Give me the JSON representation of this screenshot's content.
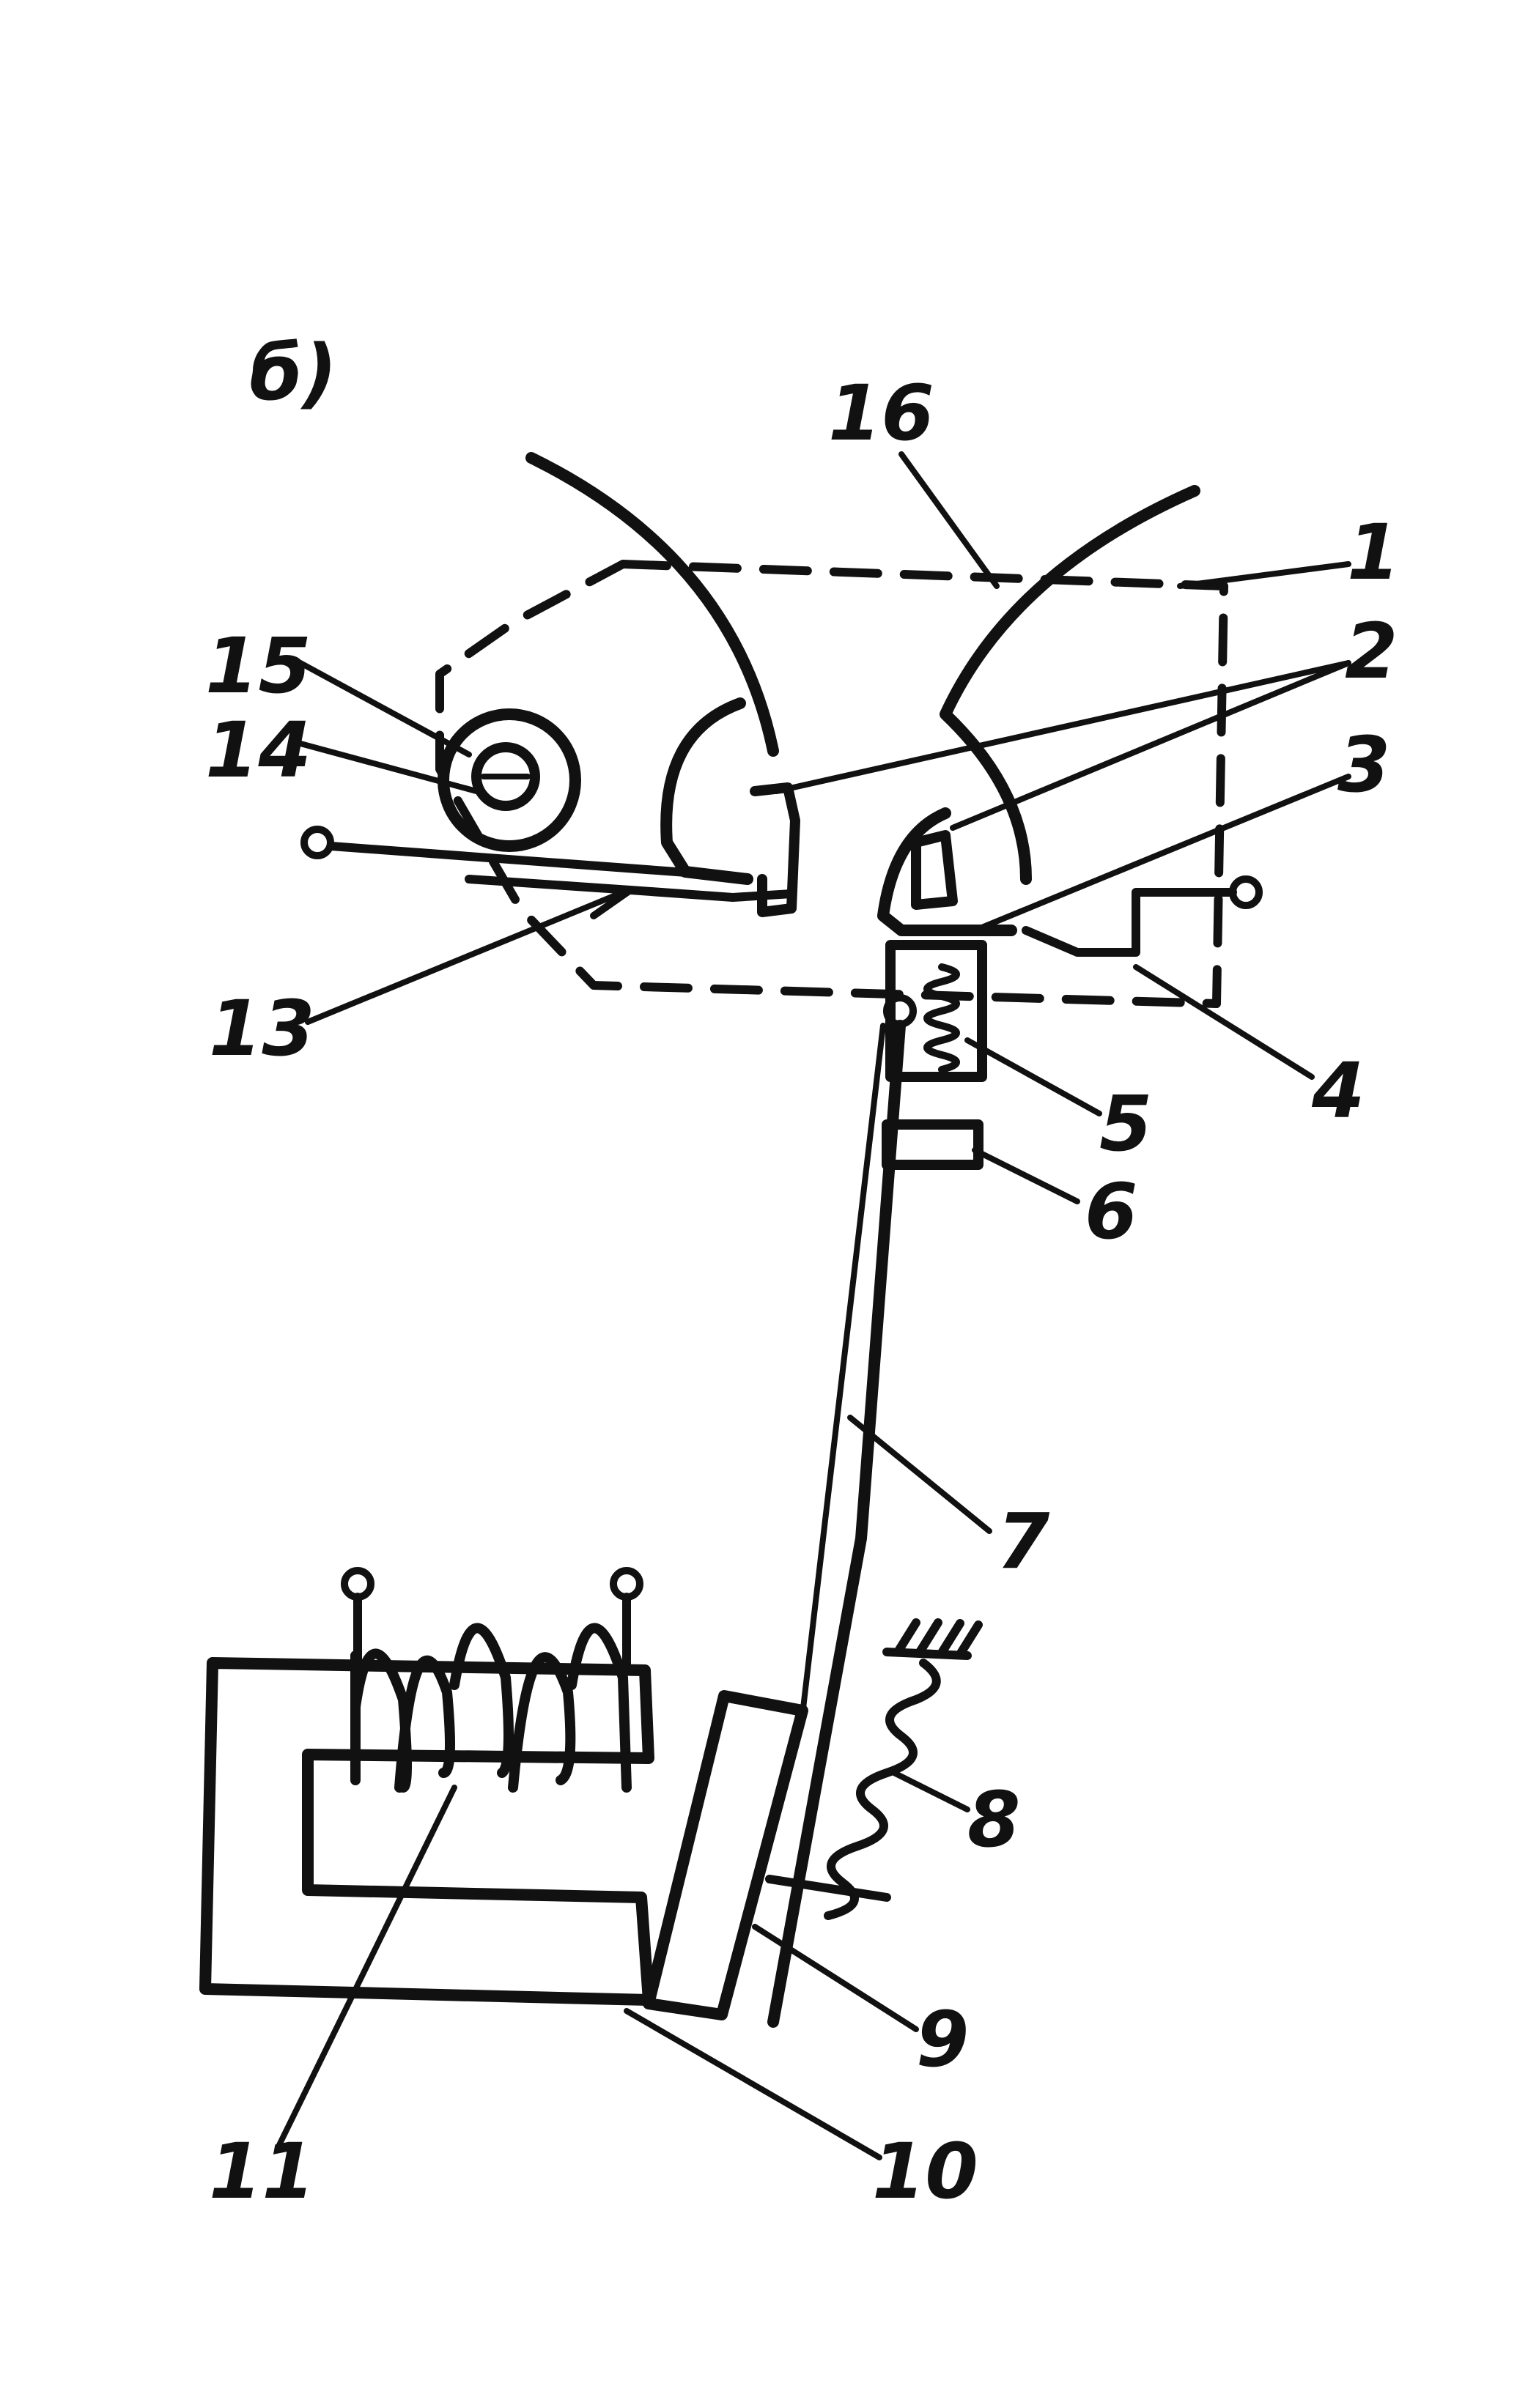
{
  "figure": {
    "panel_label": "б)",
    "colors": {
      "ink": "#111111",
      "background": "#ffffff"
    },
    "callouts": [
      {
        "id": "1",
        "text": "1"
      },
      {
        "id": "2",
        "text": "2"
      },
      {
        "id": "3",
        "text": "3"
      },
      {
        "id": "4",
        "text": "4"
      },
      {
        "id": "5",
        "text": "5"
      },
      {
        "id": "6",
        "text": "6"
      },
      {
        "id": "7",
        "text": "7"
      },
      {
        "id": "8",
        "text": "8"
      },
      {
        "id": "9",
        "text": "9"
      },
      {
        "id": "10",
        "text": "10"
      },
      {
        "id": "11",
        "text": "11"
      },
      {
        "id": "13",
        "text": "13"
      },
      {
        "id": "14",
        "text": "14"
      },
      {
        "id": "15",
        "text": "15"
      },
      {
        "id": "16",
        "text": "16"
      }
    ]
  }
}
